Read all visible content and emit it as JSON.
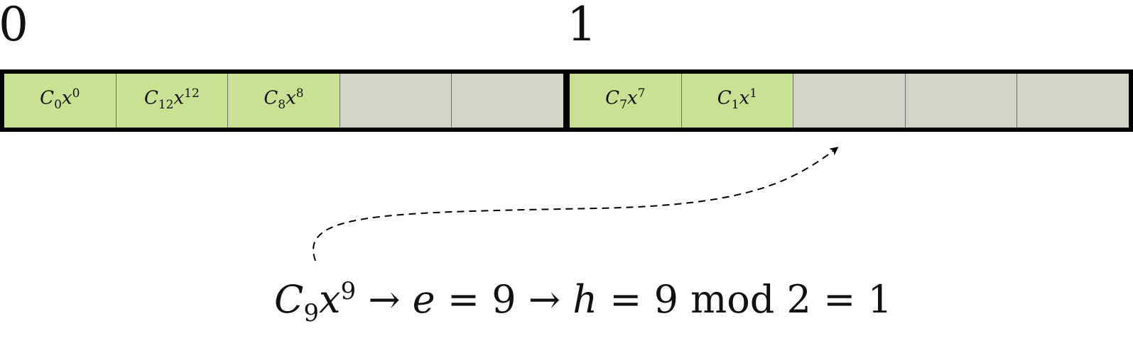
{
  "buckets": [
    {
      "label": "0",
      "slots": [
        {
          "filled": true,
          "coef": "C",
          "sub": "0",
          "var": "x",
          "sup": "0"
        },
        {
          "filled": true,
          "coef": "C",
          "sub": "12",
          "var": "x",
          "sup": "12"
        },
        {
          "filled": true,
          "coef": "C",
          "sub": "8",
          "var": "x",
          "sup": "8"
        },
        {
          "filled": false
        },
        {
          "filled": false
        }
      ]
    },
    {
      "label": "1",
      "slots": [
        {
          "filled": true,
          "coef": "C",
          "sub": "7",
          "var": "x",
          "sup": "7"
        },
        {
          "filled": true,
          "coef": "C",
          "sub": "1",
          "var": "x",
          "sup": "1"
        },
        {
          "filled": false
        },
        {
          "filled": false
        },
        {
          "filled": false
        }
      ]
    }
  ],
  "formula": {
    "coef": "C",
    "sub": "9",
    "var": "x",
    "sup": "9",
    "arrow1": "→",
    "e_var": "e",
    "eq1": "=",
    "e_val": "9",
    "arrow2": "→",
    "h_var": "h",
    "eq2": "=",
    "h_expr": "9 mod 2",
    "eq3": "=",
    "h_val": "1"
  },
  "colors": {
    "filled_slot": "#c8e294",
    "empty_slot": "#d4d4c6",
    "border": "#000000"
  }
}
